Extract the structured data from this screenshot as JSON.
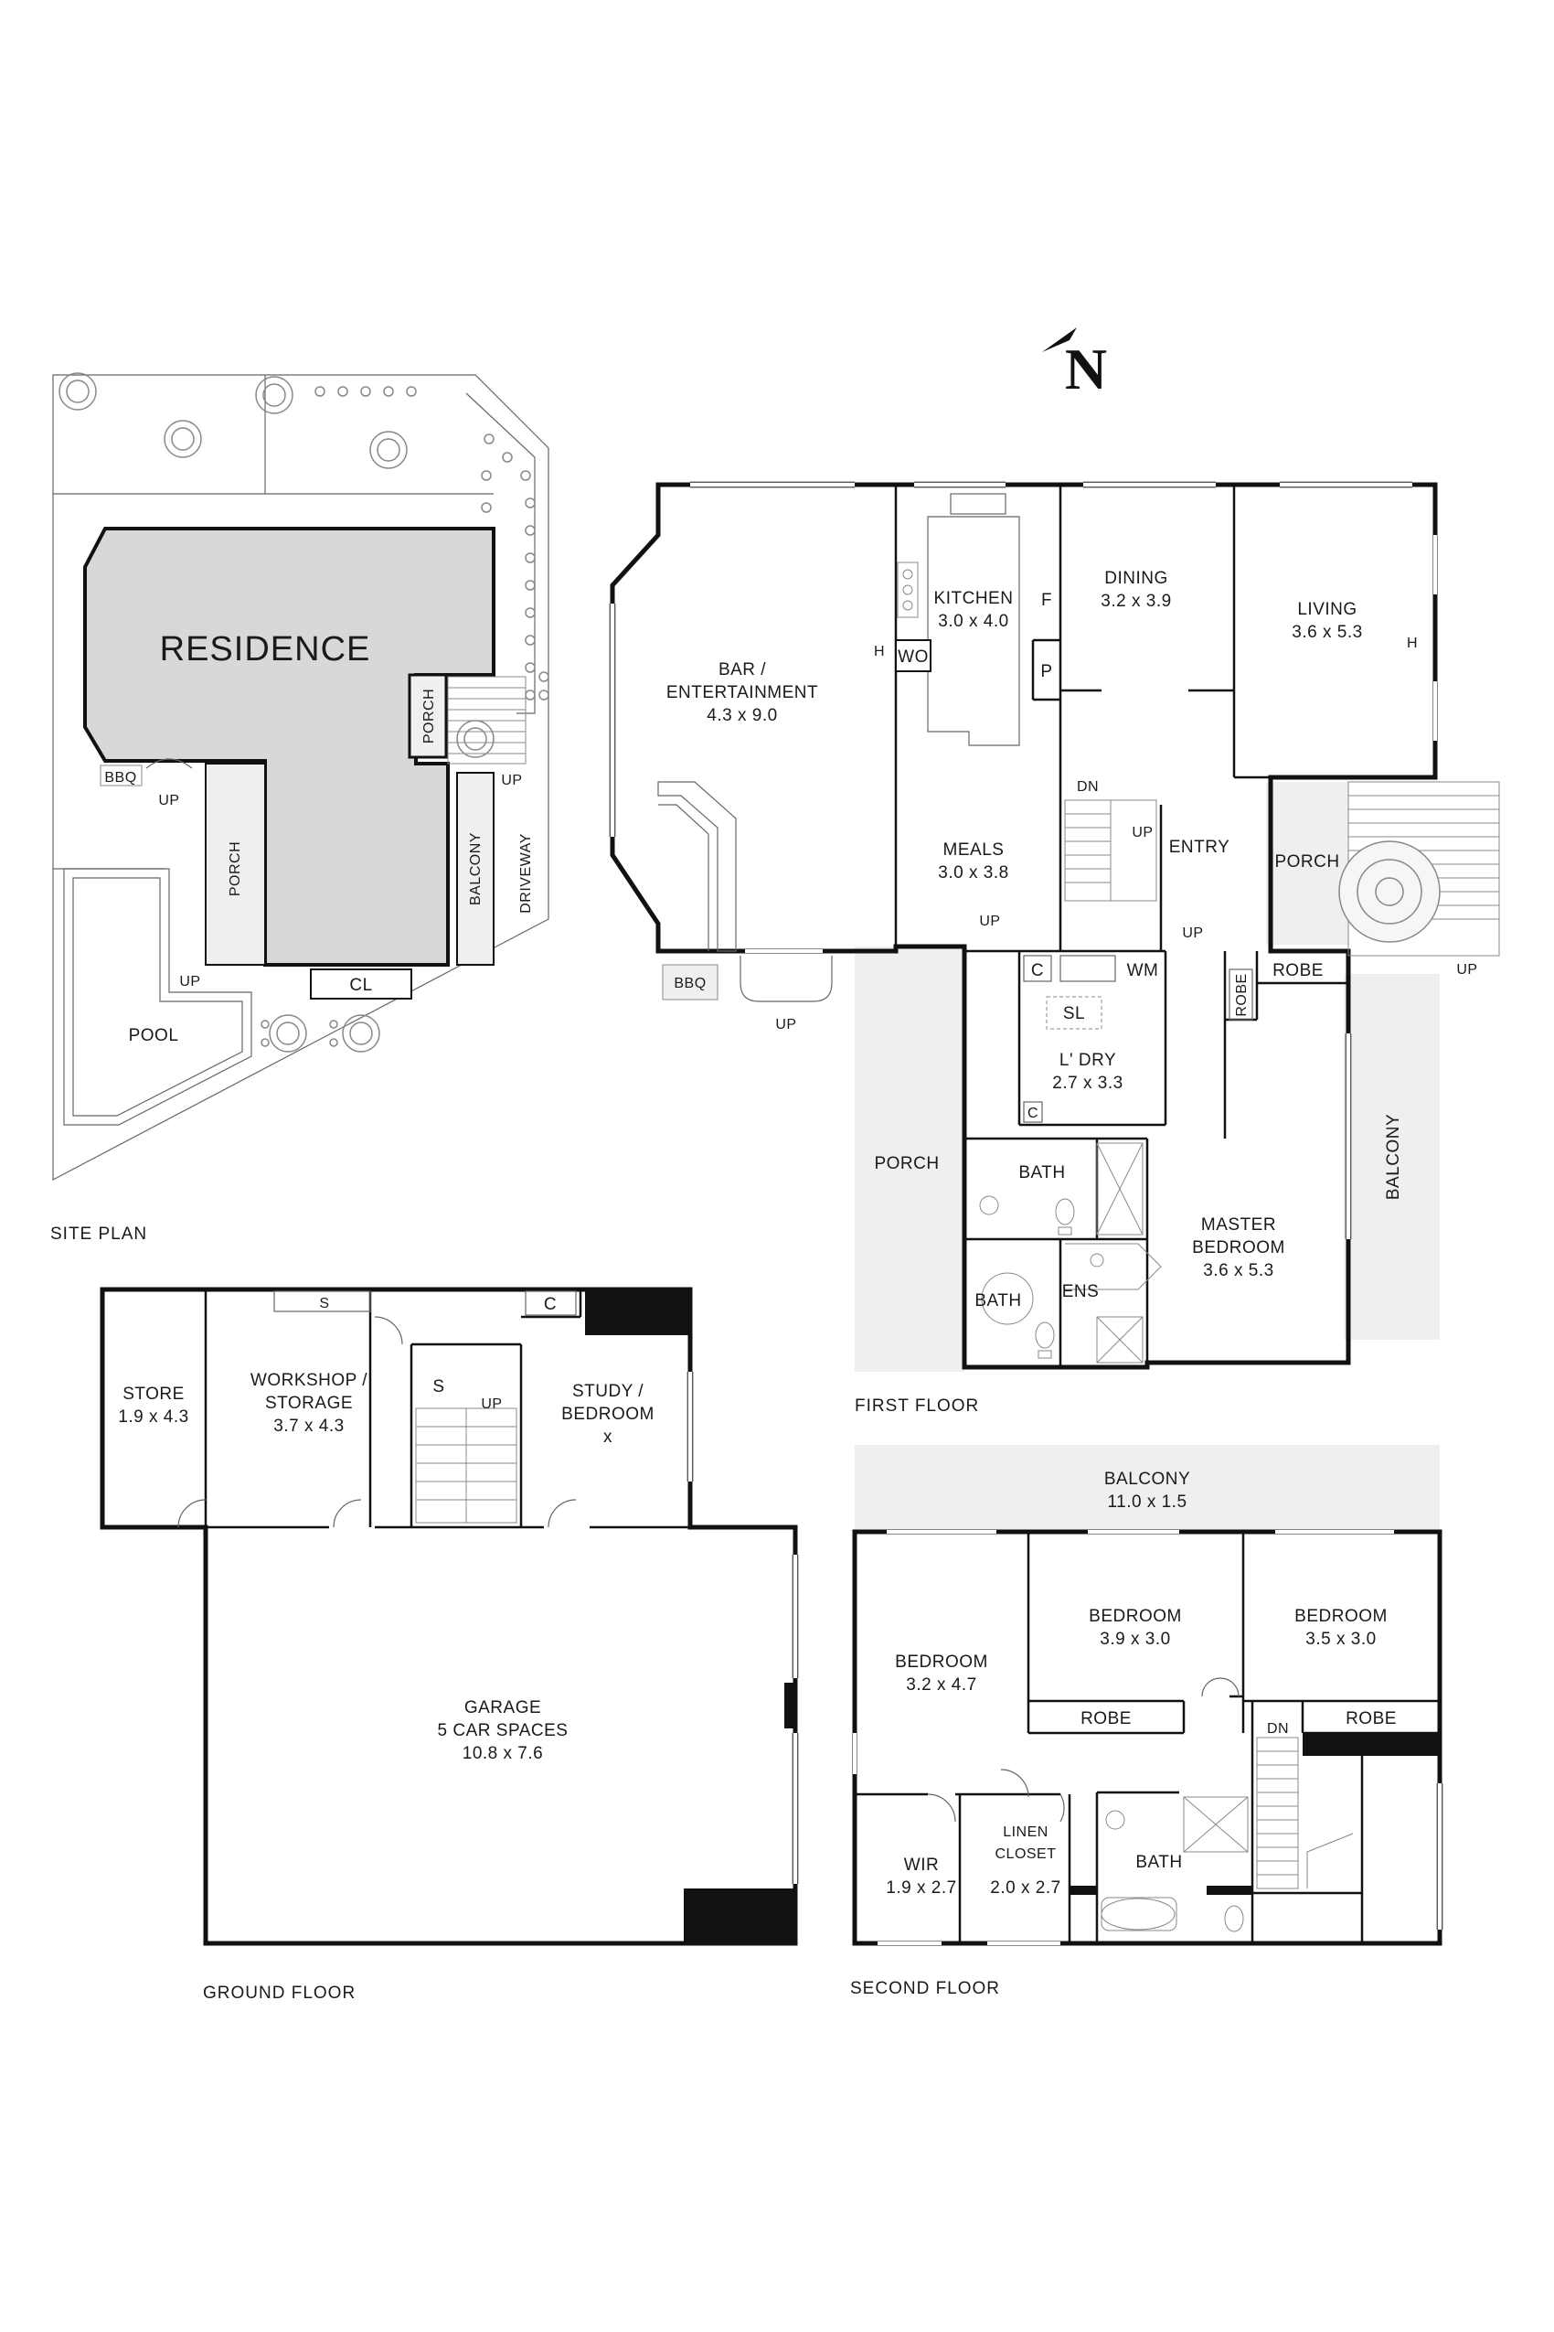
{
  "compass": {
    "letter": "N"
  },
  "site_plan": {
    "title": "SITE PLAN",
    "residence": "RESIDENCE",
    "porch_top": "PORCH",
    "porch_left": "PORCH",
    "balcony": "BALCONY",
    "driveway": "DRIVEWAY",
    "bbq": "BBQ",
    "up1": "UP",
    "up2": "UP",
    "up3": "UP",
    "cl": "CL",
    "pool": "POOL"
  },
  "first_floor": {
    "title": "FIRST FLOOR",
    "bar_name1": "BAR /",
    "bar_name2": "ENTERTAINMENT",
    "bar_dim": "4.3 x 9.0",
    "kitchen_name": "KITCHEN",
    "kitchen_dim": "3.0 x 4.0",
    "wo": "WO",
    "h1": "H",
    "f": "F",
    "p": "P",
    "dining_name": "DINING",
    "dining_dim": "3.2 x 3.9",
    "living_name": "LIVING",
    "living_dim": "3.6 x 5.3",
    "h2": "H",
    "meals_name": "MEALS",
    "meals_dim": "3.0 x 3.8",
    "dn": "DN",
    "up_stair": "UP",
    "entry": "ENTRY",
    "porch_right": "PORCH",
    "up_porch": "UP",
    "up_entry": "UP",
    "up_meals": "UP",
    "bbq": "BBQ",
    "up_bbq": "UP",
    "c": "C",
    "wm": "WM",
    "robe_v": "ROBE",
    "robe": "ROBE",
    "sl": "SL",
    "c2": "C",
    "laundry_name": "L' DRY",
    "laundry_dim": "2.7 x 3.3",
    "porch_left": "PORCH",
    "bath": "BATH",
    "bath2": "BATH",
    "ens": "ENS",
    "master_name1": "MASTER",
    "master_name2": "BEDROOM",
    "master_dim": "3.6 x 5.3",
    "balcony": "BALCONY"
  },
  "ground_floor": {
    "title": "GROUND FLOOR",
    "store_name": "STORE",
    "store_dim": "1.9  x 4.3",
    "workshop_name1": "WORKSHOP /",
    "workshop_name2": "STORAGE",
    "workshop_dim": "3.7 x 4.3",
    "s1": "S",
    "s2": "S",
    "c": "C",
    "up": "UP",
    "study_name1": "STUDY /",
    "study_name2": "BEDROOM",
    "study_dim": "x",
    "garage_name1": "GARAGE",
    "garage_name2": "5 CAR SPACES",
    "garage_dim": "10.8 x 7.6"
  },
  "second_floor": {
    "title": "SECOND  FLOOR",
    "balcony_name": "BALCONY",
    "balcony_dim": "11.0 x 1.5",
    "bed1_name": "BEDROOM",
    "bed1_dim": "3.2 x 4.7",
    "bed2_name": "BEDROOM",
    "bed2_dim": "3.9 x 3.0",
    "bed3_name": "BEDROOM",
    "bed3_dim": "3.5 x 3.0",
    "robe1": "ROBE",
    "robe2": "ROBE",
    "dn": "DN",
    "wir_name": "WIR",
    "wir_dim": "1.9 x 2.7",
    "linen_name1": "LINEN",
    "linen_name2": "CLOSET",
    "linen_dim": "2.0 x 2.7",
    "bath": "BATH"
  }
}
